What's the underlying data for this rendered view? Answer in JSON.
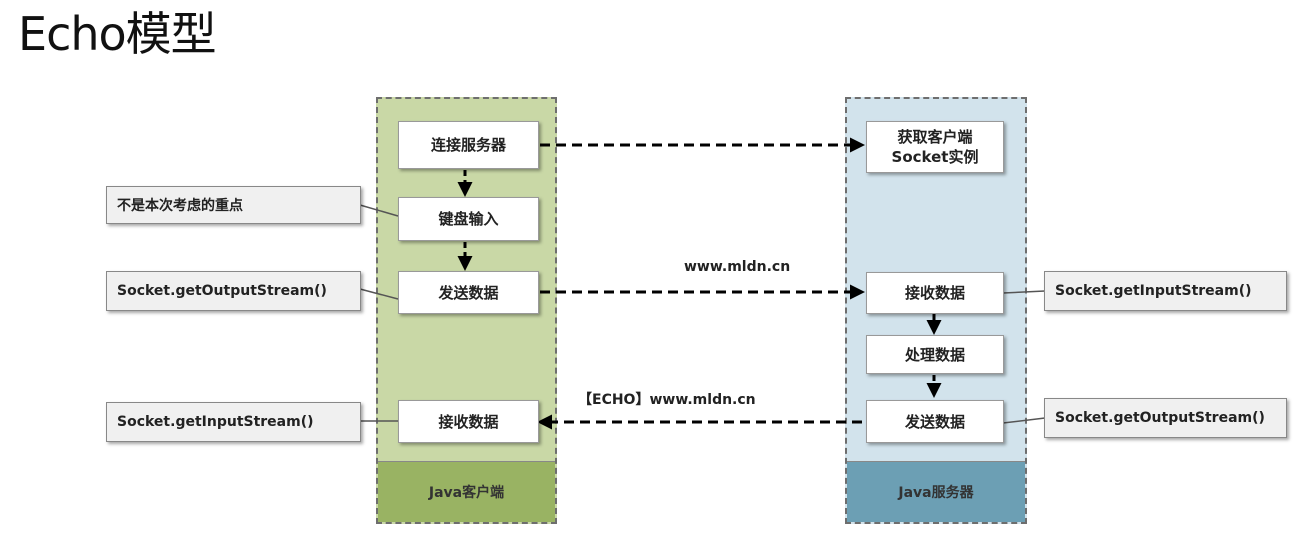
{
  "title": "Echo模型",
  "client": {
    "footer": "Java客户端",
    "steps": {
      "connect": "连接服务器",
      "input": "键盘输入",
      "send": "发送数据",
      "receive": "接收数据"
    }
  },
  "server": {
    "footer": "Java服务器",
    "steps": {
      "accept": "获取客户端\nSocket实例",
      "receive": "接收数据",
      "process": "处理数据",
      "send": "发送数据"
    }
  },
  "notes": {
    "input_note": "不是本次考虑的重点",
    "client_send_note": "Socket.getOutputStream()",
    "client_receive_note": "Socket.getInputStream()",
    "server_receive_note": "Socket.getInputStream()",
    "server_send_note": "Socket.getOutputStream()"
  },
  "messages": {
    "request": "www.mldn.cn",
    "response": "【ECHO】www.mldn.cn"
  }
}
